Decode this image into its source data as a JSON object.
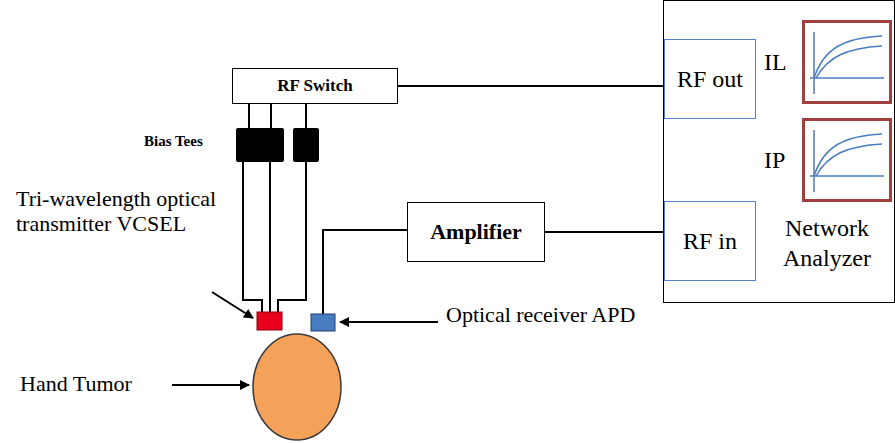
{
  "diagram": {
    "nodes": [
      {
        "text": [
          "RF Switch"
        ]
      },
      {
        "text": [
          "Network Analyzer"
        ]
      },
      {
        "text": [
          "RF out"
        ],
        "in": 1
      },
      {
        "text": [
          "IL"
        ],
        "in": 1
      },
      {
        "text": [
          "IP"
        ],
        "in": 1
      },
      {
        "text": [
          "RF in"
        ],
        "in": 1
      },
      {
        "text": [
          "Amplifier"
        ]
      }
    ],
    "edges": [
      {
        "from": 0,
        "to": 2,
        "arrow": "none"
      },
      {
        "from": 6,
        "to": 5,
        "arrow": "none"
      }
    ],
    "labels": [
      "Bias Tees",
      "Tri-wavelength optical transmitter VCSEL",
      "Optical receiver APD",
      "Hand Tumor"
    ]
  }
}
